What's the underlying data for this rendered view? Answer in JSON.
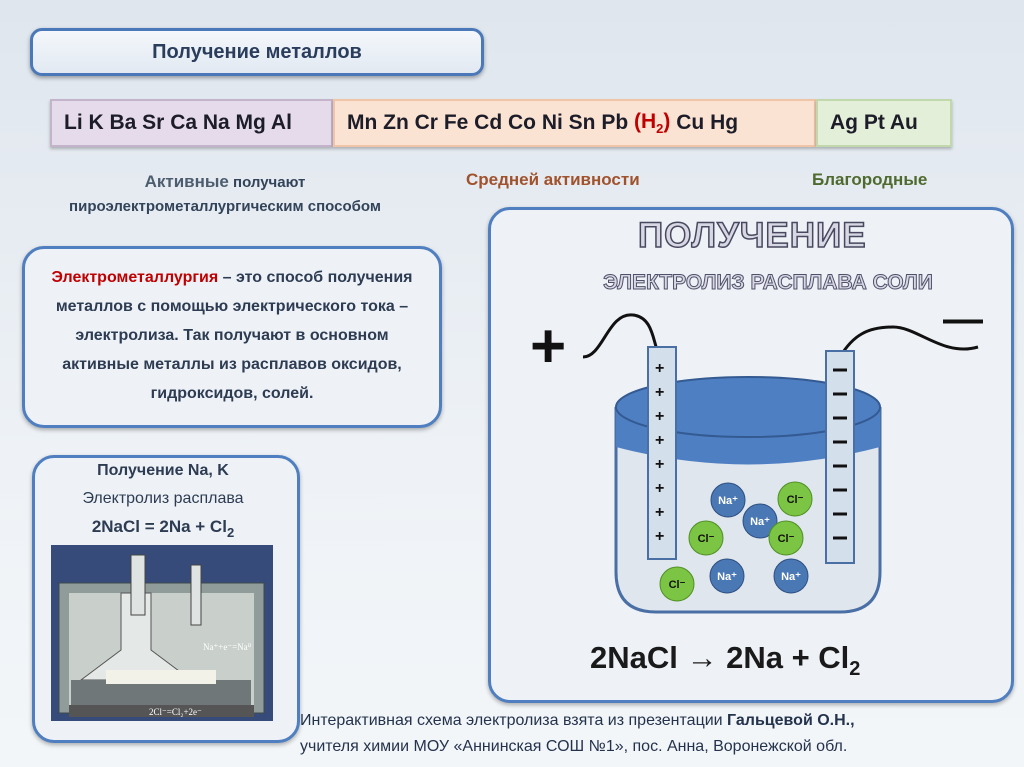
{
  "title": "Получение металлов",
  "series": {
    "active": "Li K Ba Sr Ca Na Mg Al",
    "middle_pre": "Mn Zn Cr Fe Cd Co Ni Sn Pb ",
    "h2_open": "(H",
    "h2_sub": "2",
    "h2_close": ")",
    "middle_post": " Cu Hg",
    "noble": "Ag Pt Au"
  },
  "categories": {
    "active_word": "Активные",
    "active_rest": " получают",
    "active_line2": "пироэлектрометаллургическим способом",
    "middle": "Средней активности",
    "noble": "Благородные"
  },
  "definition": {
    "term": "Электрометаллургия",
    "text": " – это способ получения металлов с помощью электрического тока – электролиза. Так получают в основном активные металлы из расплавов оксидов, гидроксидов, солей."
  },
  "na_box": {
    "line1": "Получение Na, K",
    "line2": "Электролиз расплава",
    "eq_main": "2NaCl = 2Na + Cl",
    "eq_sub": "2",
    "photo_label_right": "Na⁺+e⁻=Na⁰",
    "photo_label_bottom": "2Cl⁻=Cl₂+2e⁻"
  },
  "electrolysis": {
    "heading": "ПОЛУЧЕНИЕ",
    "subheading": "ЭЛЕКТРОЛИЗ РАСПЛАВА СОЛИ",
    "plus_sign": "+",
    "minus_sign": "—",
    "ion_na": "Na⁺",
    "ion_cl": "Cl⁻",
    "equation": "2NaCl → 2Na + Cl",
    "equation_sub": "2"
  },
  "credit": {
    "pre": "Интерактивная схема электролиза взята из презентации ",
    "author": "Гальцевой О.Н.,",
    "line2": "учителя химии МОУ «Аннинская СОШ №1», пос. Анна, Воронежской  обл."
  },
  "colors": {
    "frame": "#4f7fc0",
    "accent_red": "#c00000",
    "middle_color": "#a0522d",
    "noble_color": "#4e6a2e",
    "na_ion": "#4a78b5",
    "cl_ion": "#7cc443"
  }
}
